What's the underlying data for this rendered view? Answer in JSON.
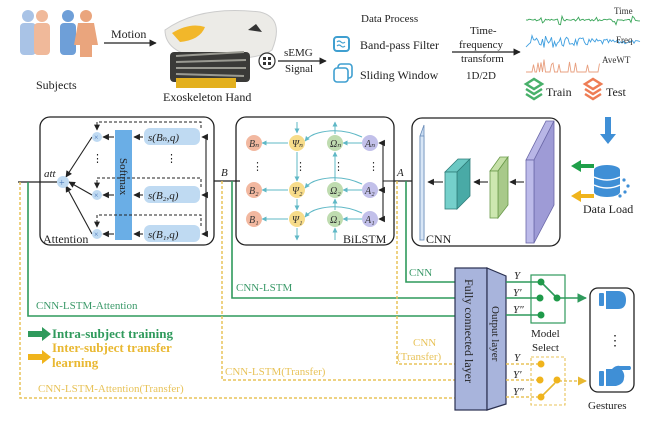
{
  "top": {
    "subjects_label": "Subjects",
    "motion_label": "Motion",
    "exoskeleton_label": "Exoskeleton Hand",
    "semg_label_1": "sEMG",
    "semg_label_2": "Signal",
    "data_process_title": "Data Process",
    "bandpass_label": "Band-pass Filter",
    "sliding_window_label": "Sliding Window",
    "tf_label_1": "Time-",
    "tf_label_2": "frequency",
    "tf_label_3": "transform",
    "tf_dim": "1D/2D",
    "signal_labels": [
      "Time",
      "Freq",
      "AveWT"
    ],
    "train_label": "Train",
    "test_label": "Test",
    "data_load_label": "Data Load"
  },
  "attention": {
    "title": "Attention",
    "softmax_label": "Softmax",
    "att_label": "att",
    "scores": [
      "s(Bₙ,q)",
      "s(B₂,q)",
      "s(B₁,q)"
    ],
    "b_label": "B"
  },
  "bilstm": {
    "title": "BiLSTM",
    "b_nodes": [
      "Bₙ",
      "B₂",
      "B₁"
    ],
    "psi_nodes": [
      "Ψₙ",
      "Ψ₂",
      "Ψ₁"
    ],
    "omega_nodes": [
      "Ωₙ",
      "Ω₂",
      "Ω₁"
    ],
    "a_nodes": [
      "Aₙ",
      "A₂",
      "A₁"
    ],
    "a_label": "A"
  },
  "cnn": {
    "title": "CNN"
  },
  "output": {
    "fc_label": "Fully connected layer",
    "output_label": "Output layer",
    "y_labels": [
      "Y",
      "Y′",
      "Y″"
    ],
    "model_select_1": "Model",
    "model_select_2": "Select",
    "gestures_label": "Gestures",
    "gesture_dots": "⋮"
  },
  "paths": {
    "cnn": "CNN",
    "cnn_lstm": "CNN-LSTM",
    "cnn_lstm_attention": "CNN-LSTM-Attention",
    "cnn_transfer_1": "CNN",
    "cnn_transfer_2": "(Transfer)",
    "cnn_lstm_transfer": "CNN-LSTM(Transfer)",
    "cnn_lstm_attention_transfer": "CNN-LSTM-Attention(Transfer)"
  },
  "legend": {
    "intra": "Intra-subject training",
    "inter_1": "Inter-subject transfer",
    "inter_2": "learning"
  },
  "colors": {
    "green": "#2f9a5c",
    "yellow": "#e8c35a",
    "blue": "#3f8fd6",
    "softmax": "#6aaee6",
    "fc": "#a8b4dc"
  }
}
